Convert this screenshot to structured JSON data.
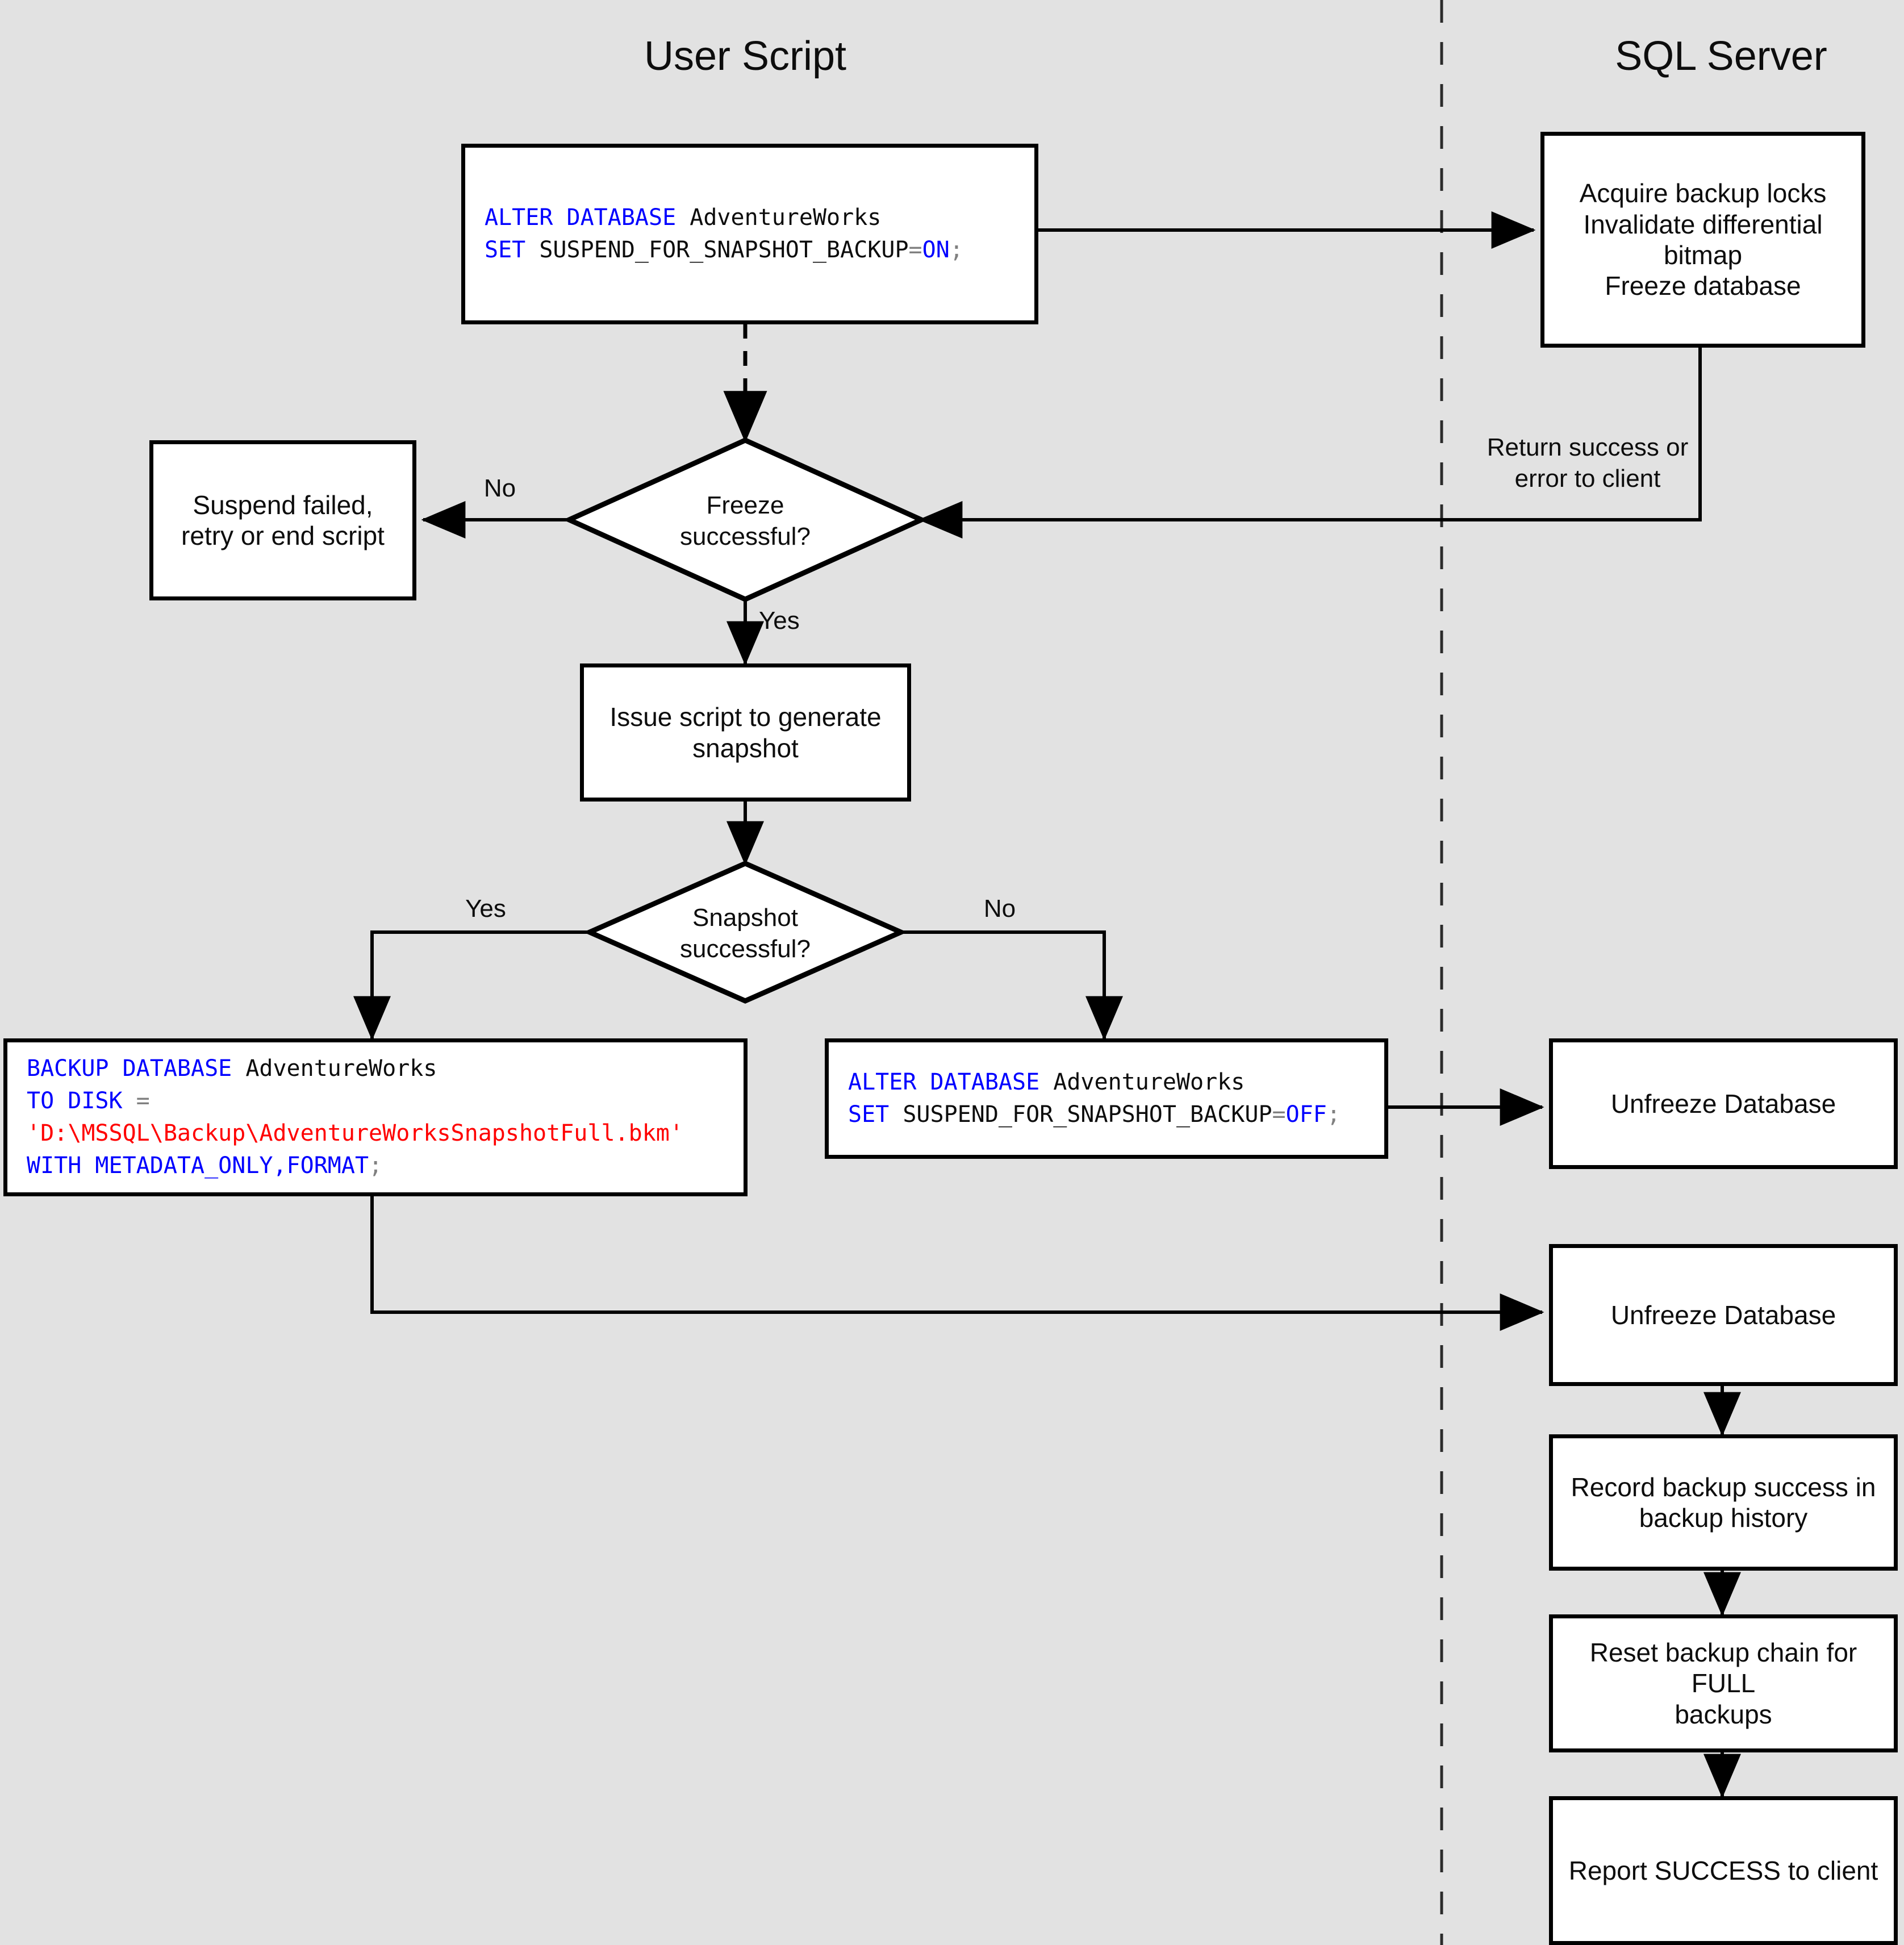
{
  "diagram": {
    "title": "SQL Server snapshot backup flow",
    "background_color": "#e2e2e2",
    "lanes": [
      {
        "name": "user-script",
        "label": "User Script"
      },
      {
        "name": "sql-server",
        "label": "SQL Server"
      }
    ]
  },
  "nodes": {
    "alter_on": {
      "type": "code",
      "lines": [
        [
          {
            "t": "ALTER DATABASE ",
            "c": "kw"
          },
          {
            "t": "AdventureWorks",
            "c": "pl"
          }
        ],
        [
          {
            "t": "SET ",
            "c": "kw"
          },
          {
            "t": "SUSPEND_FOR_SNAPSHOT_BACKUP",
            "c": "pl"
          },
          {
            "t": "=",
            "c": "op"
          },
          {
            "t": "ON",
            "c": "kw"
          },
          {
            "t": ";",
            "c": "semi"
          }
        ]
      ]
    },
    "acquire_locks": {
      "label": "Acquire backup locks\nInvalidate differential\nbitmap\nFreeze database"
    },
    "freeze_decision": {
      "label": "Freeze\nsuccessful?"
    },
    "suspend_failed": {
      "label": "Suspend failed,\nretry or end script"
    },
    "issue_script": {
      "label": "Issue script to generate\nsnapshot"
    },
    "snapshot_decision": {
      "label": "Snapshot\nsuccessful?"
    },
    "backup_database": {
      "type": "code",
      "lines": [
        [
          {
            "t": "BACKUP DATABASE ",
            "c": "kw"
          },
          {
            "t": "AdventureWorks",
            "c": "pl"
          }
        ],
        [
          {
            "t": "TO DISK ",
            "c": "kw"
          },
          {
            "t": "=",
            "c": "op"
          }
        ],
        [
          {
            "t": "'D:\\MSSQL\\Backup\\AdventureWorksSnapshotFull.bkm'",
            "c": "str"
          }
        ],
        [
          {
            "t": "WITH METADATA_ONLY,FORMAT",
            "c": "kw"
          },
          {
            "t": ";",
            "c": "semi"
          }
        ]
      ]
    },
    "alter_off": {
      "type": "code",
      "lines": [
        [
          {
            "t": "ALTER DATABASE ",
            "c": "kw"
          },
          {
            "t": "AdventureWorks",
            "c": "pl"
          }
        ],
        [
          {
            "t": "SET ",
            "c": "kw"
          },
          {
            "t": "SUSPEND_FOR_SNAPSHOT_BACKUP",
            "c": "pl"
          },
          {
            "t": "=",
            "c": "op"
          },
          {
            "t": "OFF",
            "c": "kw"
          },
          {
            "t": ";",
            "c": "semi"
          }
        ]
      ]
    },
    "unfreeze_1": {
      "label": "Unfreeze Database"
    },
    "unfreeze_2": {
      "label": "Unfreeze Database"
    },
    "record_backup": {
      "label": "Record backup success in\nbackup history"
    },
    "reset_chain": {
      "label": "Reset backup chain for FULL\nbackups"
    },
    "report_success": {
      "label": "Report SUCCESS to client"
    }
  },
  "edge_labels": {
    "return_success": "Return success or\nerror to client",
    "freeze_no": "No",
    "freeze_yes": "Yes",
    "snapshot_yes": "Yes",
    "snapshot_no": "No"
  },
  "colors": {
    "background": "#e2e2e2",
    "node_fill": "#ffffff",
    "stroke": "#000000",
    "keyword": "#0000ff",
    "string": "#ff0000",
    "operator": "#808080",
    "text": "#0d0d0d"
  }
}
